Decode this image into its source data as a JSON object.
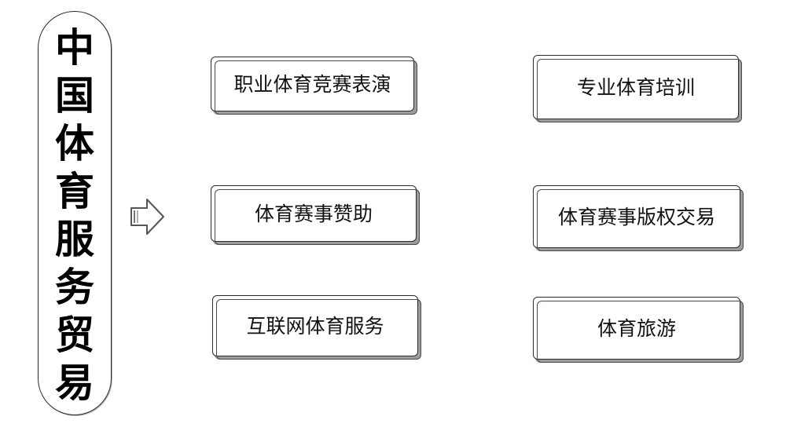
{
  "title": {
    "text": "中国体育服务贸易"
  },
  "arrow": {
    "icon": "hollow-right-arrow-icon"
  },
  "items": {
    "left": [
      "职业体育竞赛表演",
      "体育赛事赞助",
      "互联网体育服务"
    ],
    "right": [
      "专业体育培训",
      "体育赛事版权交易",
      "体育旅游"
    ]
  }
}
